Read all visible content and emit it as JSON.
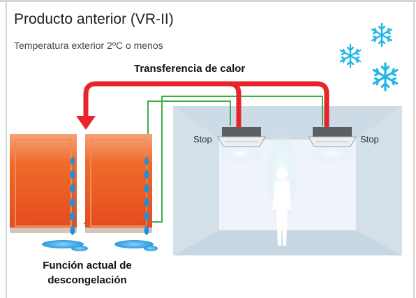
{
  "header": {
    "title": "Producto anterior (VR-II)",
    "subtitle": "Temperatura exterior 2ºC o menos"
  },
  "diagram": {
    "heat_transfer_label": "Transferencia de calor",
    "stop_left": "Stop",
    "stop_right": "Stop",
    "defrost_line1": "Función actual de",
    "defrost_line2": "descongelación"
  },
  "colors": {
    "heat_arrow": "#e8232a",
    "pipe": "#3fae49",
    "snow": "#22b6e6",
    "unit": "#ef6b2a",
    "droplet": "#1e90e0"
  }
}
